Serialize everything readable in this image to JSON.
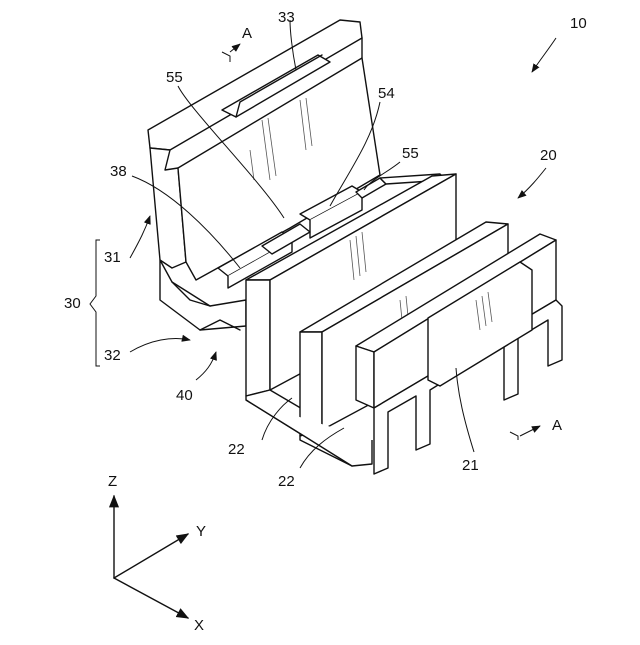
{
  "figure": {
    "labels": {
      "l10": "10",
      "l20": "20",
      "l21": "21",
      "l22a": "22",
      "l22b": "22",
      "l30": "30",
      "l31": "31",
      "l32": "32",
      "l33": "33",
      "l38": "38",
      "l40": "40",
      "l54": "54",
      "l55a": "55",
      "l55b": "55",
      "sectionTop": "A",
      "sectionBottom": "A"
    },
    "axes": {
      "z": "Z",
      "y": "Y",
      "x": "X"
    }
  }
}
